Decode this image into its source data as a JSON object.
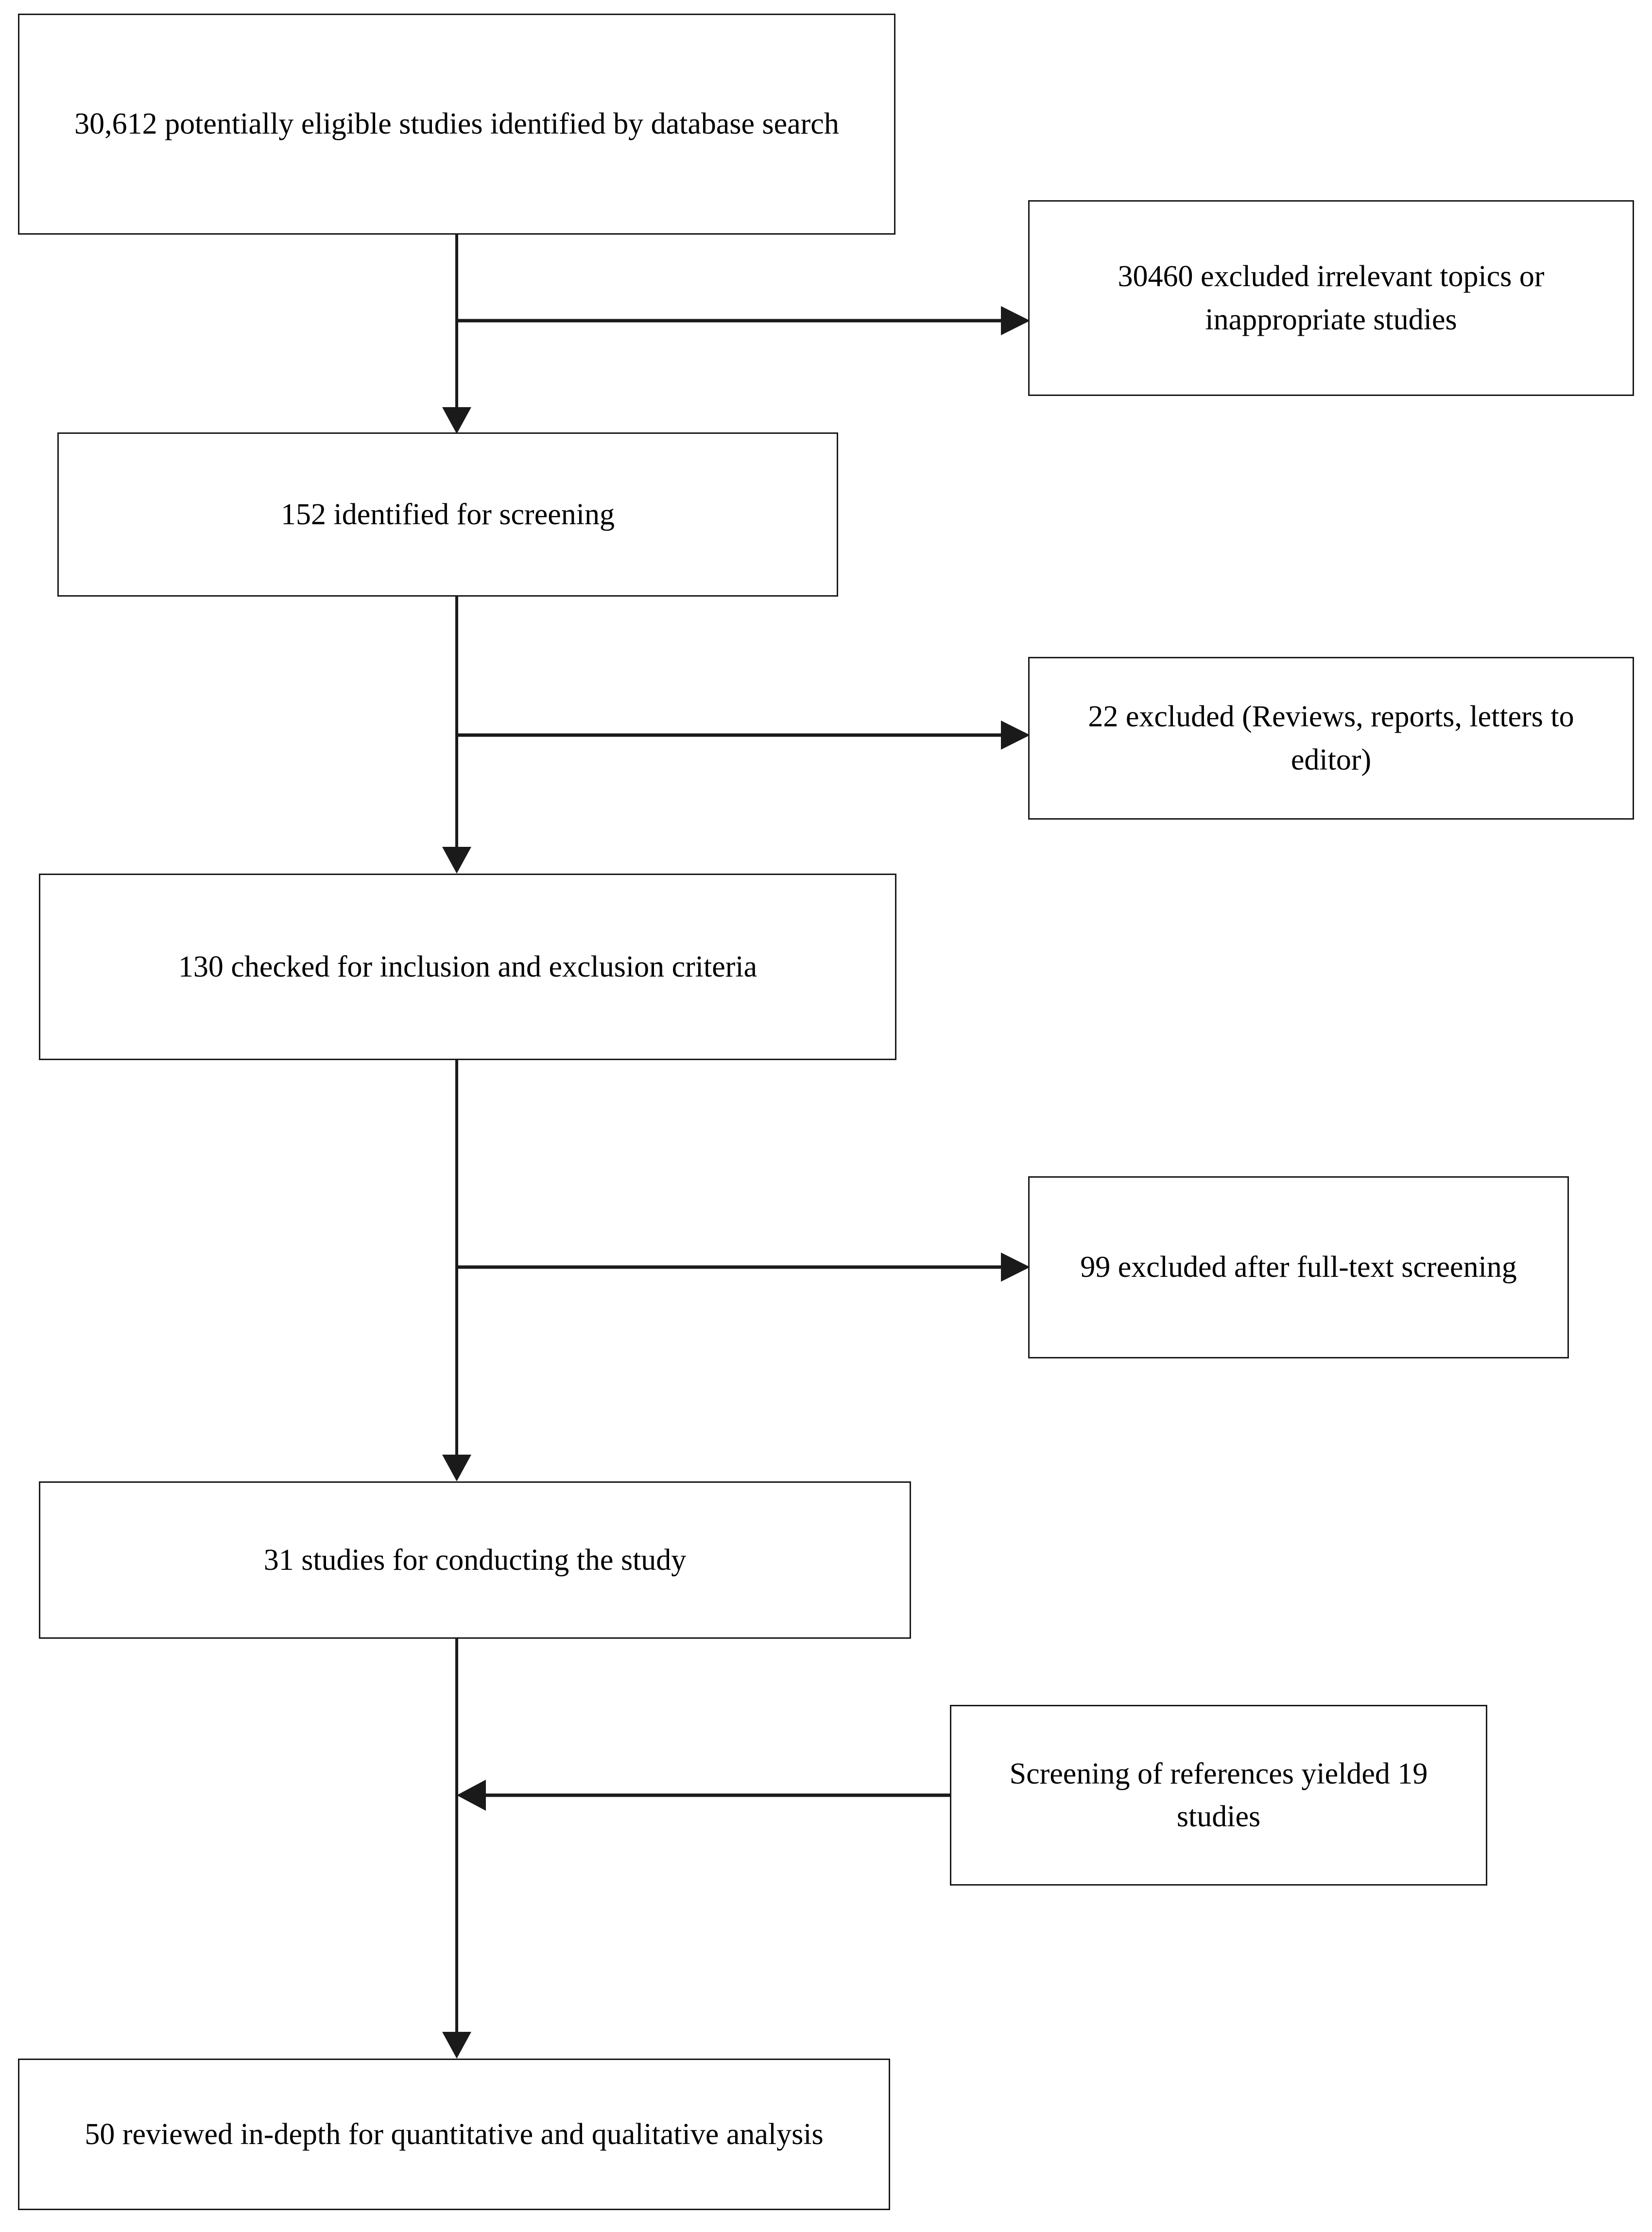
{
  "diagram": {
    "type": "prisma-study-selection-flowchart",
    "orientation": "vertical",
    "background_color": "#ffffff",
    "line_color": "#1a1a1a",
    "text_color": "#000000"
  },
  "nodes": {
    "identified": {
      "id": "identified",
      "text": "30,612 potentially eligible studies identified by database search",
      "count": "30,612",
      "stage": "identification",
      "column": "main"
    },
    "excluded_irrelevant": {
      "id": "excluded_irrelevant",
      "text": "30460 excluded irrelevant topics or inappropriate studies",
      "count": "30460",
      "stage": "exclusion",
      "column": "side"
    },
    "screening": {
      "id": "screening",
      "text": "152 identified for screening",
      "count": "152",
      "stage": "screening",
      "column": "main"
    },
    "excluded_reviews": {
      "id": "excluded_reviews",
      "text": "22 excluded (Reviews, reports, letters to editor)",
      "count": "22",
      "stage": "exclusion",
      "column": "side"
    },
    "criteria_check": {
      "id": "criteria_check",
      "text": "130 checked for inclusion and exclusion criteria",
      "count": "130",
      "stage": "eligibility",
      "column": "main"
    },
    "excluded_fulltext": {
      "id": "excluded_fulltext",
      "text": "99 excluded after full-text screening",
      "count": "99",
      "stage": "exclusion",
      "column": "side"
    },
    "conducting": {
      "id": "conducting",
      "text": "31 studies for conducting the study",
      "count": "31",
      "stage": "included",
      "column": "main"
    },
    "reference_screening": {
      "id": "reference_screening",
      "text": "Screening of references yielded 19 studies",
      "count": "19",
      "stage": "addition",
      "column": "side"
    },
    "final_review": {
      "id": "final_review",
      "text": "50 reviewed in-depth for quantitative and qualitative analysis",
      "count": "50",
      "stage": "included",
      "column": "main"
    }
  },
  "edges": [
    {
      "id": "edge-identified-to-screening",
      "from": "identified",
      "to": "screening",
      "direction": "down",
      "arrowhead": "down"
    },
    {
      "id": "edge-identified-to-excluded-irrelevant",
      "from": "identified",
      "to": "excluded_irrelevant",
      "direction": "right",
      "arrowhead": "right"
    },
    {
      "id": "edge-screening-to-criteria",
      "from": "screening",
      "to": "criteria_check",
      "direction": "down",
      "arrowhead": "down"
    },
    {
      "id": "edge-screening-to-excluded-reviews",
      "from": "screening",
      "to": "excluded_reviews",
      "direction": "right",
      "arrowhead": "right"
    },
    {
      "id": "edge-criteria-to-conducting",
      "from": "criteria_check",
      "to": "conducting",
      "direction": "down",
      "arrowhead": "down"
    },
    {
      "id": "edge-criteria-to-excluded-fulltext",
      "from": "criteria_check",
      "to": "excluded_fulltext",
      "direction": "right",
      "arrowhead": "right"
    },
    {
      "id": "edge-conducting-to-final",
      "from": "conducting",
      "to": "final_review",
      "direction": "down",
      "arrowhead": "down"
    },
    {
      "id": "edge-references-to-main",
      "from": "reference_screening",
      "to": "final_review",
      "direction": "left",
      "arrowhead": "left"
    }
  ]
}
